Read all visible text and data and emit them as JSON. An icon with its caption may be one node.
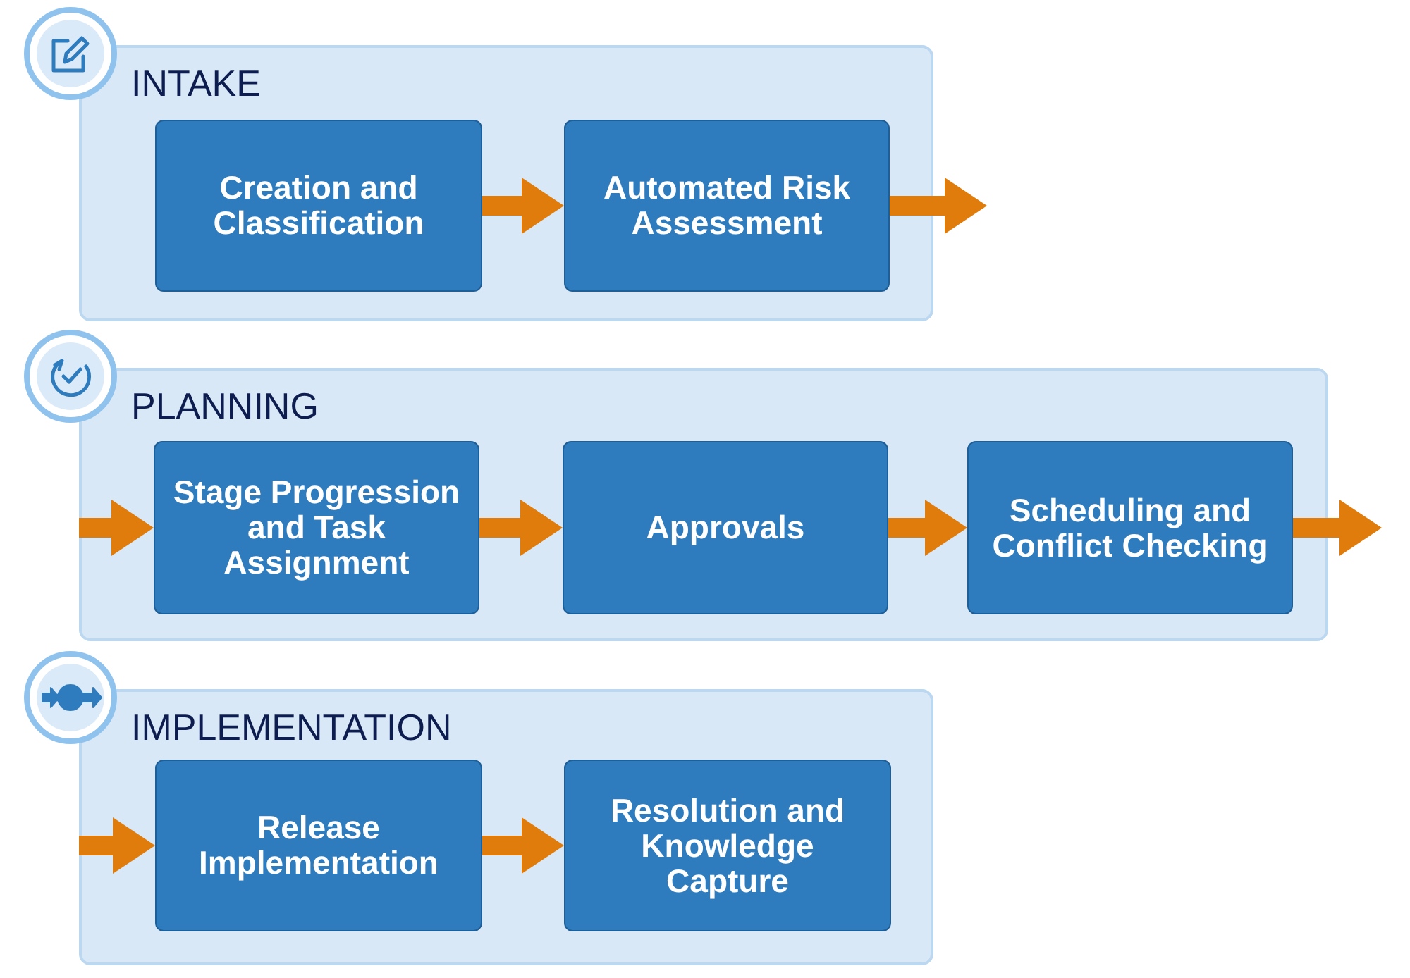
{
  "diagram": {
    "nodes": [
      {
        "text": [
          "INTAKE"
        ]
      },
      {
        "text": [
          "Creation and Classification"
        ],
        "in": 0
      },
      {
        "text": [
          "Automated Risk Assessment"
        ],
        "in": 0
      },
      {
        "text": [
          "PLANNING"
        ]
      },
      {
        "text": [
          "Stage Progression and Task Assignment"
        ],
        "in": 3
      },
      {
        "text": [
          "Approvals"
        ],
        "in": 3
      },
      {
        "text": [
          "Scheduling and Conflict Checking"
        ],
        "in": 3
      },
      {
        "text": [
          "IMPLEMENTATION"
        ]
      },
      {
        "text": [
          "Release Implementation"
        ],
        "in": 7
      },
      {
        "text": [
          "Resolution and Knowledge Capture"
        ],
        "in": 7
      }
    ],
    "edges": [
      {
        "from": 1,
        "to": 2,
        "arrow": "to"
      },
      {
        "from": 2,
        "to": null,
        "arrow": "to"
      },
      {
        "from": null,
        "to": 4,
        "arrow": "to"
      },
      {
        "from": 4,
        "to": 5,
        "arrow": "to"
      },
      {
        "from": 5,
        "to": 6,
        "arrow": "to"
      },
      {
        "from": 6,
        "to": null,
        "arrow": "to"
      },
      {
        "from": null,
        "to": 8,
        "arrow": "to"
      },
      {
        "from": 8,
        "to": 9,
        "arrow": "to"
      }
    ]
  }
}
